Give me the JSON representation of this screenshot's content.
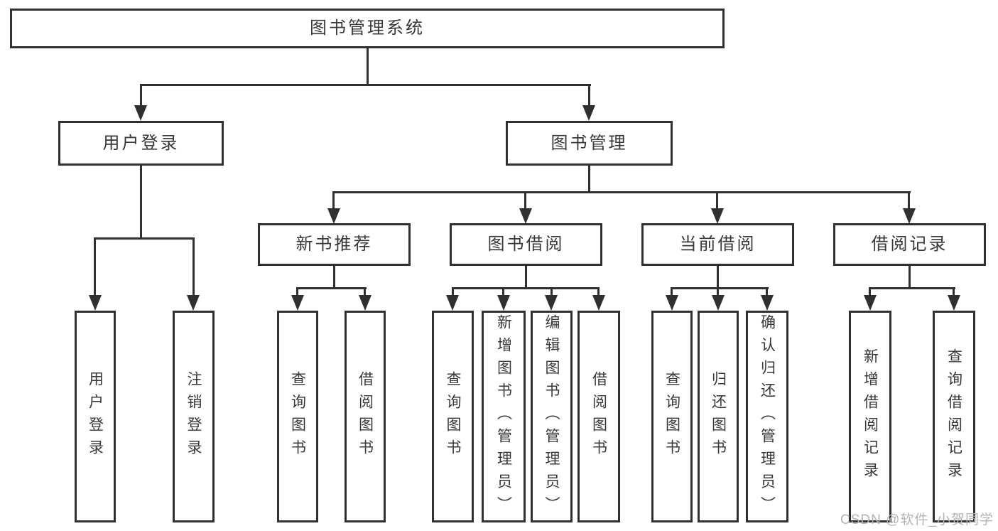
{
  "diagram_title": "图书管理系统",
  "colors": {
    "line": "#303030",
    "box_border": "#303030",
    "text": "#38383a",
    "background": "#ffffff",
    "watermark": "#b3b3b7"
  },
  "watermark": {
    "text": "CSDN @软件_小贺同学"
  },
  "tree": {
    "root": {
      "label": "图书管理系统",
      "children": [
        {
          "label": "用户登录",
          "children": [
            {
              "label": "用户登录"
            },
            {
              "label": "注销登录"
            }
          ]
        },
        {
          "label": "图书管理",
          "children": [
            {
              "label": "新书推荐",
              "children": [
                {
                  "label": "查询图书"
                },
                {
                  "label": "借阅图书"
                }
              ]
            },
            {
              "label": "图书借阅",
              "children": [
                {
                  "label": "查询图书"
                },
                {
                  "label": "新增图书（管理员）"
                },
                {
                  "label": "编辑图书（管理员）"
                },
                {
                  "label": "借阅图书"
                }
              ]
            },
            {
              "label": "当前借阅",
              "children": [
                {
                  "label": "查询图书"
                },
                {
                  "label": "归还图书"
                },
                {
                  "label": "确认归还（管理员）"
                }
              ]
            },
            {
              "label": "借阅记录",
              "children": [
                {
                  "label": "新增借阅记录"
                },
                {
                  "label": "查询借阅记录"
                }
              ]
            }
          ]
        }
      ]
    }
  }
}
